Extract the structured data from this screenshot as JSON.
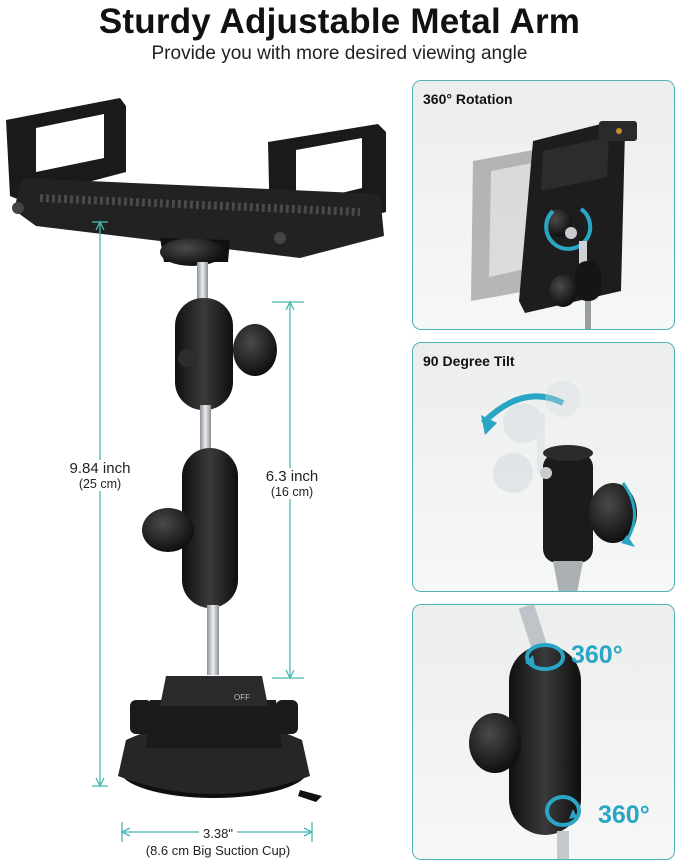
{
  "header": {
    "title": "Sturdy Adjustable Metal Arm",
    "subtitle": "Provide you with more desired viewing angle"
  },
  "dimensions": {
    "total_height_inch": "9.84 inch",
    "total_height_cm": "(25 cm)",
    "arm_height_inch": "6.3 inch",
    "arm_height_cm": "(16 cm)",
    "base_width_inch": "3.38\"",
    "base_width_cm": "(8.6 cm Big Suction Cup)"
  },
  "base_switch_label": "OFF",
  "panels": [
    {
      "title": "360° Rotation"
    },
    {
      "title": "90 Degree Tilt"
    },
    {
      "title": "",
      "top_label": "360°",
      "bottom_label": "360°"
    }
  ],
  "colors": {
    "accent": "#2aa6c4",
    "dimension_line": "#4bb8b4",
    "panel_border": "#4fb3b8"
  }
}
